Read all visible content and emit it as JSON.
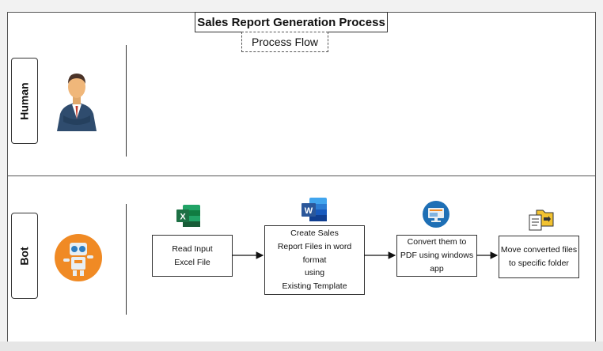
{
  "title": "Sales Report Generation Process",
  "subtitle": "Process Flow",
  "lanes": {
    "human": "Human",
    "bot": "Bot"
  },
  "steps": [
    {
      "label": "Read Input\nExcel File"
    },
    {
      "label": "Create Sales\nReport Files in word format\nusing\nExisting Template"
    },
    {
      "label": "Convert them to\nPDF using windows\napp"
    },
    {
      "label": "Move converted files\nto specific folder"
    }
  ],
  "icons": {
    "human": "businessman-icon",
    "bot": "robot-icon",
    "step1": "excel-icon",
    "step2": "word-icon",
    "step3": "monitor-app-icon",
    "step4": "folder-files-icon"
  },
  "colors": {
    "excel_green": "#1d7044",
    "word_blue": "#2b579a",
    "robot_orange": "#f08a24",
    "app_blue": "#1e6fb5",
    "folder_yellow": "#f2c230"
  }
}
